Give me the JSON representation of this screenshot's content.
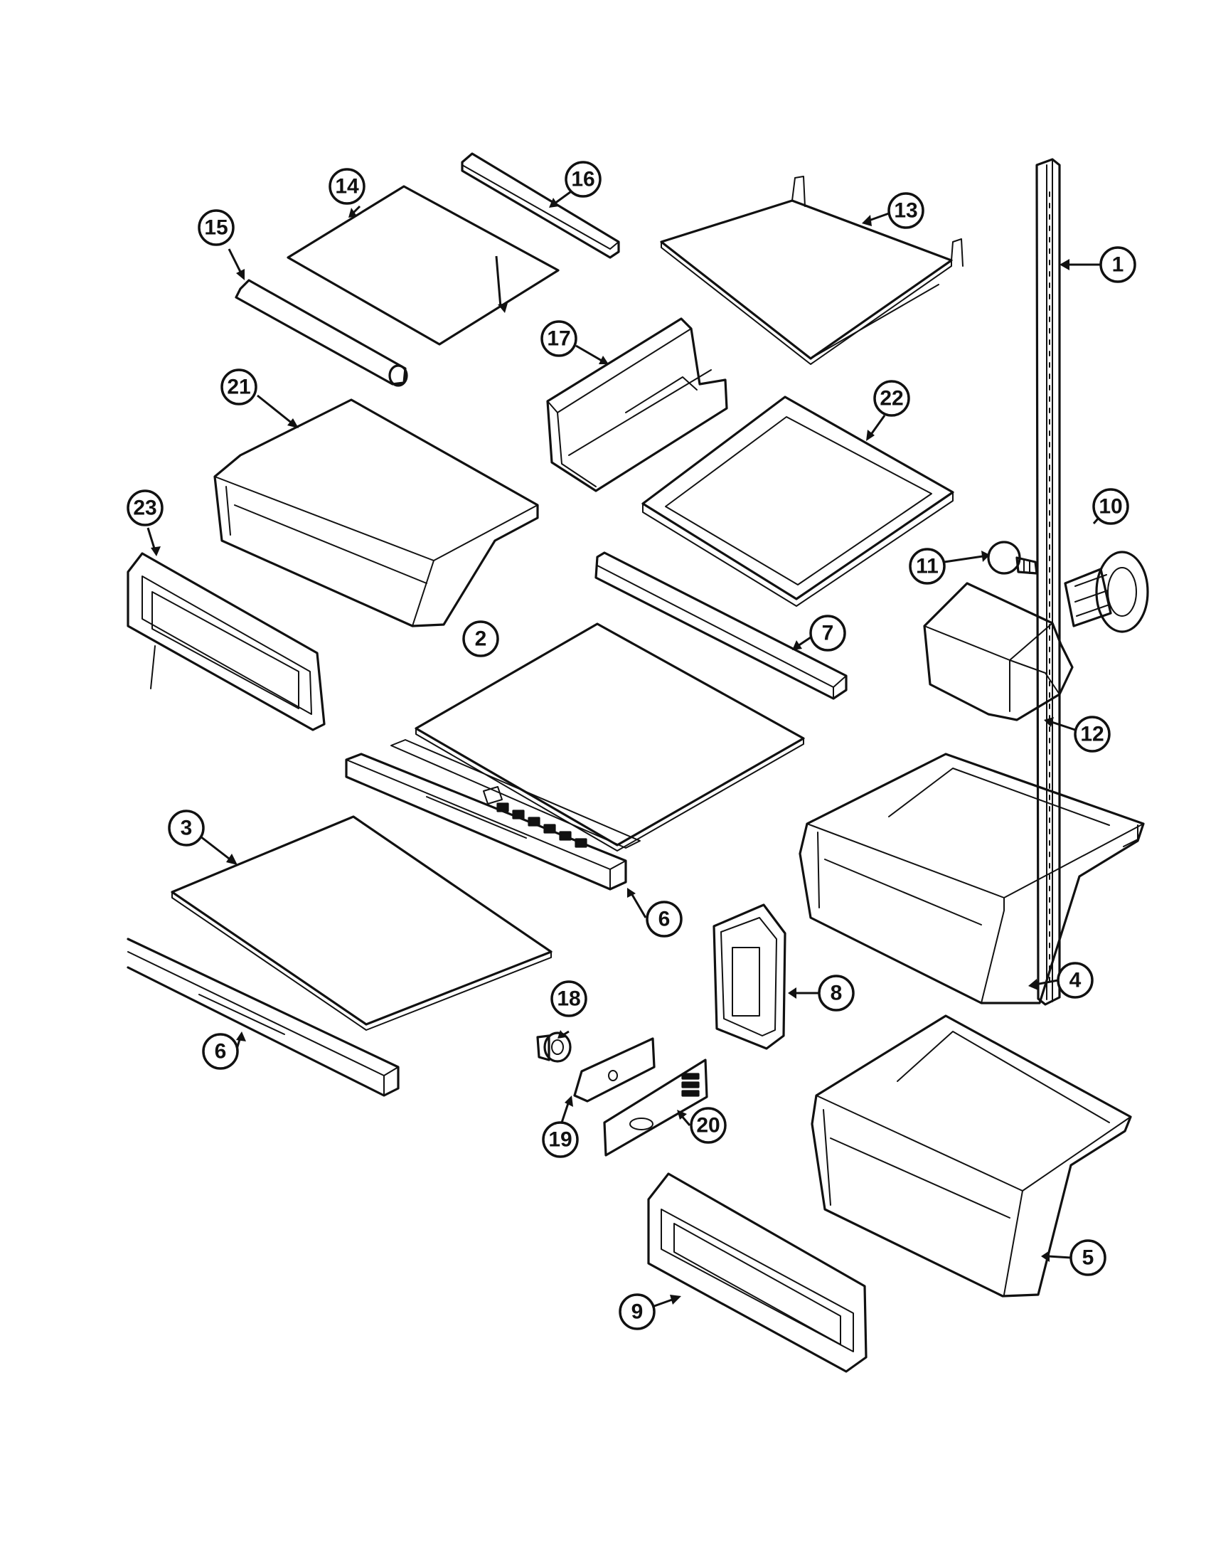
{
  "callouts": [
    {
      "id": "1",
      "label": "1"
    },
    {
      "id": "2",
      "label": "2"
    },
    {
      "id": "3",
      "label": "3"
    },
    {
      "id": "4",
      "label": "4"
    },
    {
      "id": "5",
      "label": "5"
    },
    {
      "id": "6a",
      "label": "6"
    },
    {
      "id": "6b",
      "label": "6"
    },
    {
      "id": "7",
      "label": "7"
    },
    {
      "id": "8",
      "label": "8"
    },
    {
      "id": "9",
      "label": "9"
    },
    {
      "id": "10",
      "label": "10"
    },
    {
      "id": "11",
      "label": "11"
    },
    {
      "id": "12",
      "label": "12"
    },
    {
      "id": "13",
      "label": "13"
    },
    {
      "id": "14",
      "label": "14"
    },
    {
      "id": "15",
      "label": "15"
    },
    {
      "id": "16",
      "label": "16"
    },
    {
      "id": "17",
      "label": "17"
    },
    {
      "id": "18",
      "label": "18"
    },
    {
      "id": "19",
      "label": "19"
    },
    {
      "id": "20",
      "label": "20"
    },
    {
      "id": "21",
      "label": "21"
    },
    {
      "id": "22",
      "label": "22"
    },
    {
      "id": "23",
      "label": "23"
    }
  ]
}
